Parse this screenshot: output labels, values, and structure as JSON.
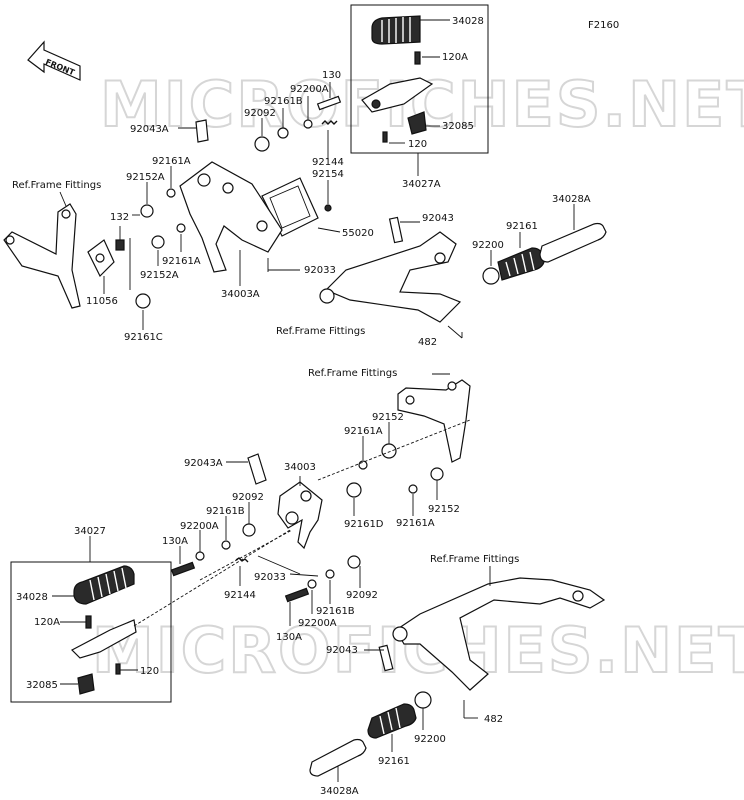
{
  "diagram_code": "F2160",
  "front_label": "FRONT",
  "watermark": "MICROFICHES.NET",
  "ref_text": "Ref.Frame Fittings",
  "labels": {
    "l34028a_top": "34028",
    "l120a_top": "120A",
    "l32085_top": "32085",
    "l120_top": "120",
    "l34027a": "34027A",
    "l130_top": "130",
    "l92200a_top": "92200A",
    "l92161b_top": "92161B",
    "l92092_top": "92092",
    "l92043a_top": "92043A",
    "l92144_top": "92144",
    "l92154": "92154",
    "l55020": "55020",
    "l92161a_top1": "92161A",
    "l92152a_top1": "92152A",
    "l132": "132",
    "l92152a_top2": "92152A",
    "l92161a_top2": "92161A",
    "l34003a": "34003A",
    "l11056": "11056",
    "l92161c": "92161C",
    "l92033_top": "92033",
    "l92043_top": "92043",
    "l92200_top": "92200",
    "l92161_top": "92161",
    "l34028a_right": "34028A",
    "l482_top": "482",
    "l92152_b1": "92152",
    "l92161a_b1": "92161A",
    "l92043a_b": "92043A",
    "l34003": "34003",
    "l92092_b1": "92092",
    "l92161b_b1": "92161B",
    "l92200a_b1": "92200A",
    "l130a_b1": "130A",
    "l92161d": "92161D",
    "l92161a_b2": "92161A",
    "l92152_b2": "92152",
    "l34027": "34027",
    "l34028_b": "34028",
    "l120a_b": "120A",
    "l120_b": "120",
    "l32085_b": "32085",
    "l92033_b": "92033",
    "l92144_b": "92144",
    "l92092_b2": "92092",
    "l92161b_b2": "92161B",
    "l92200a_b2": "92200A",
    "l130a_b2": "130A",
    "l92043_b": "92043",
    "l482_b": "482",
    "l92200_b": "92200",
    "l92161_b": "92161",
    "l34028a_b": "34028A"
  }
}
